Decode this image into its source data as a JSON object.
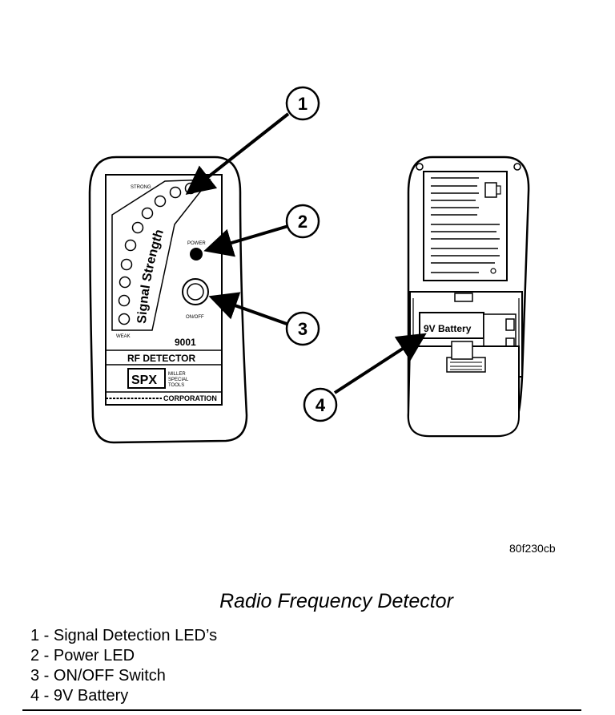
{
  "device_front": {
    "scale_strong": "STRONG",
    "scale_weak": "WEAK",
    "signal_text": "Signal Strength",
    "power_label": "POWER",
    "switch_label": "ON/OFF",
    "model_number": "9001",
    "product_name": "RF DETECTOR",
    "brand": "SPX",
    "brand_line1": "MILLER",
    "brand_line2": "SPECIAL",
    "brand_line3": "TOOLS",
    "footer_right": "CORPORATION"
  },
  "device_back": {
    "battery_label": "9V Battery"
  },
  "callouts": [
    "1",
    "2",
    "3",
    "4"
  ],
  "figure_code": "80f230cb",
  "caption": "Radio Frequency Detector",
  "legend": [
    "1 - Signal Detection LED’s",
    "2 - Power LED",
    "3 - ON/OFF Switch",
    "4 - 9V Battery"
  ]
}
